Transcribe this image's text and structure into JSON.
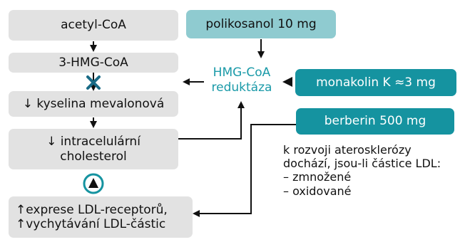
{
  "pathway": {
    "acetyl": "acetyl-CoA",
    "hmg": "3-HMG-CoA",
    "mevalonic": "↓ kyselina mevalonová",
    "cholesterol_line1": "↓ intracelulární",
    "cholesterol_line2": "cholesterol",
    "ldl_line1": "↑exprese LDL-receptorů,",
    "ldl_line2": "↑vychytávání LDL-částic"
  },
  "agents": {
    "policosanol": "polikosanol 10 mg",
    "monacolin": "monakolin K ≈3 mg",
    "berberine": "berberin 500 mg"
  },
  "enzyme": {
    "line1": "HMG-CoA",
    "line2": "reduktáza"
  },
  "note": {
    "line1": "k rozvoji aterosklerózy",
    "line2": "dochází, jsou-li částice LDL:",
    "item1": "– zmnožené",
    "item2": "– oxidované"
  },
  "colors": {
    "teal_dark": "#1593a0",
    "teal_light": "#8fcbd0",
    "enzyme_text": "#1a9aa8",
    "grey_box": "#e2e2e2"
  },
  "icons": {
    "inhibition": "x-mark-icon",
    "upregulation": "circled-up-arrow-icon"
  }
}
